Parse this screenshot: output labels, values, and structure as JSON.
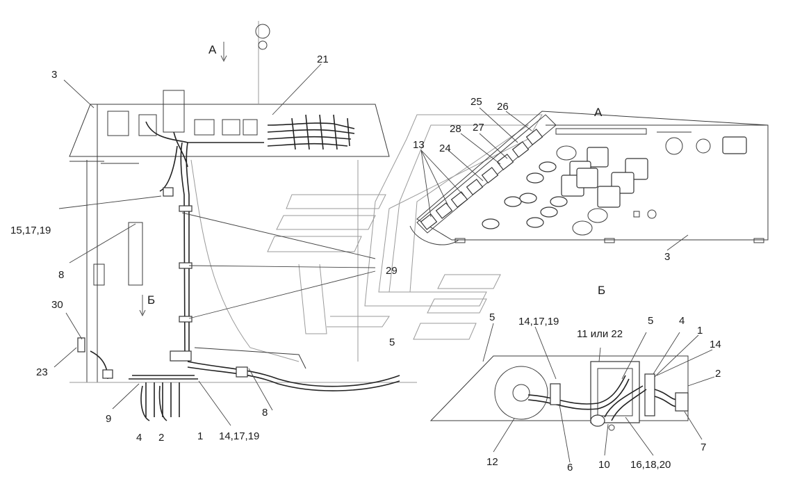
{
  "view_labels": {
    "view_a_left": "А",
    "view_a_right": "А",
    "view_b_left": "Б",
    "view_b_right": "Б"
  },
  "callouts": {
    "c3_left": "3",
    "c21": "21",
    "c15_17_19": "15,17,19",
    "c8_left": "8",
    "c30": "30",
    "c23": "23",
    "c9": "9",
    "c4_bottom": "4",
    "c2_bottom": "2",
    "c1_bottom": "1",
    "c14_17_19_bottom": "14,17,19",
    "c8_bottom": "8",
    "c5_mid": "5",
    "c29": "29",
    "c13": "13",
    "c24": "24",
    "c28": "28",
    "c27": "27",
    "c25": "25",
    "c26": "26",
    "c3_right": "3",
    "c5_b_left": "5",
    "c14_17_19_b": "14,17,19",
    "c11_22": "11 или 22",
    "c5_b": "5",
    "c4_b": "4",
    "c1_b": "1",
    "c14_b": "14",
    "c2_b": "2",
    "c7": "7",
    "c16_18_20": "16,18,20",
    "c10": "10",
    "c6": "6",
    "c12": "12"
  }
}
